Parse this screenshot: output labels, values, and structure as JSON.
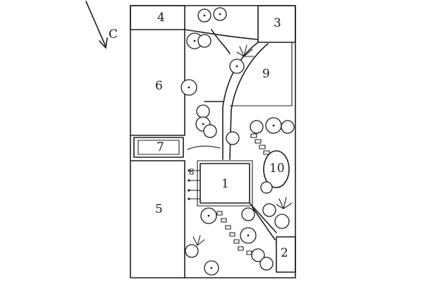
{
  "compass": {
    "label": "C"
  },
  "zones": [
    {
      "id": "1",
      "label": "1"
    },
    {
      "id": "2",
      "label": "2"
    },
    {
      "id": "3",
      "label": "3"
    },
    {
      "id": "4",
      "label": "4"
    },
    {
      "id": "5",
      "label": "5"
    },
    {
      "id": "6",
      "label": "6"
    },
    {
      "id": "7",
      "label": "7"
    },
    {
      "id": "8",
      "label": "8"
    },
    {
      "id": "9",
      "label": "9"
    },
    {
      "id": "10",
      "label": "10"
    }
  ],
  "colors": {
    "ink": "#1d1d1d",
    "paper": "#ffffff"
  }
}
